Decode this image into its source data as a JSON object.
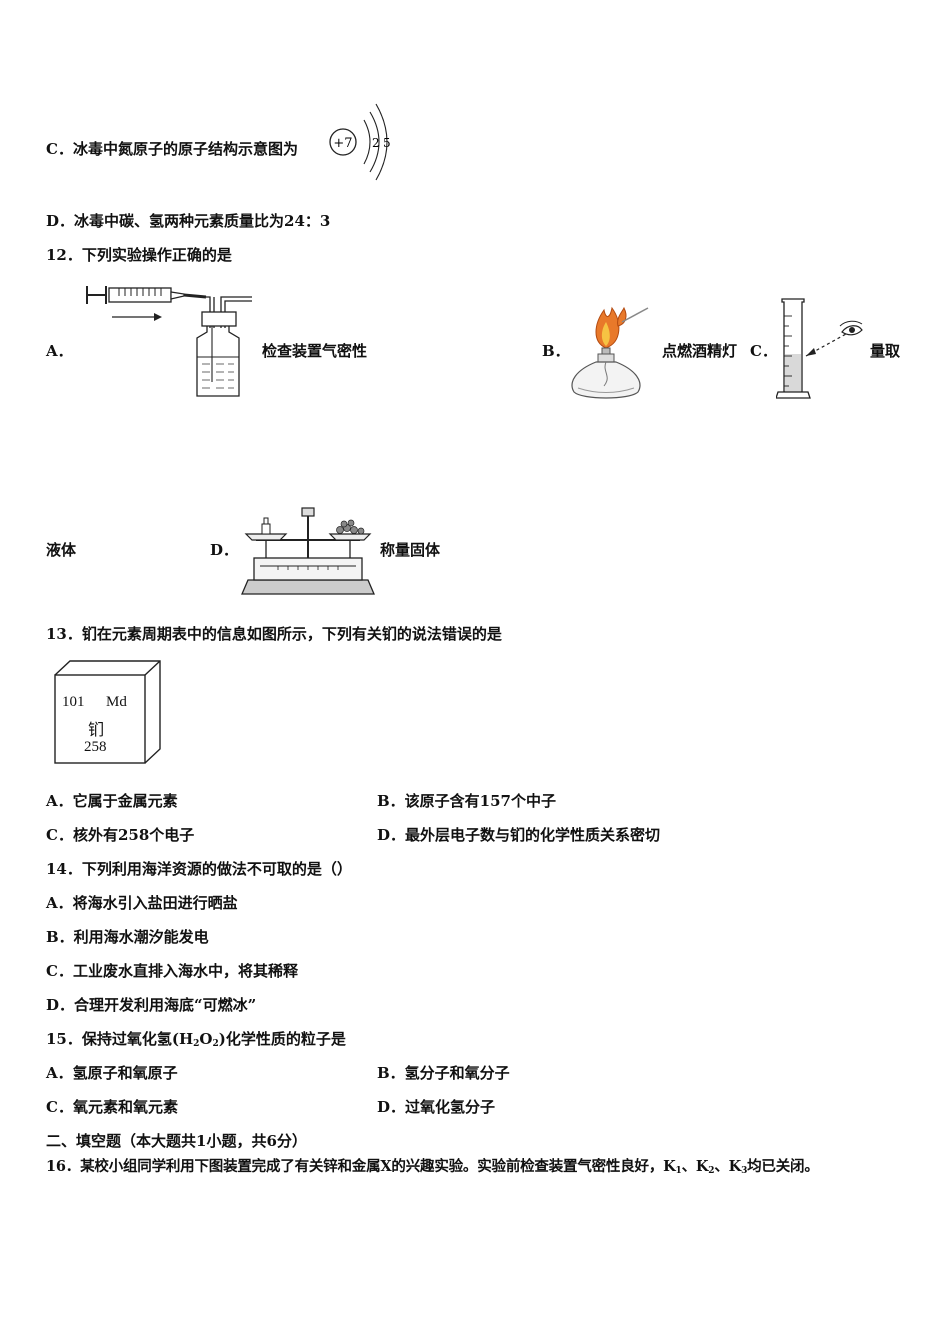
{
  "q11": {
    "option_c": "C．冰毒中氮原子的原子结构示意图为",
    "atom_nucleus": "+7",
    "atom_shell1": "2",
    "atom_shell2": "5",
    "option_d": "D．冰毒中碳、氢两种元素质量比为24：3"
  },
  "q12": {
    "stem": "12．下列实验操作正确的是",
    "a_letter": "A．",
    "a_caption": "检查装置气密性",
    "b_letter": "B．",
    "b_caption": "点燃酒精灯",
    "c_letter": "C．",
    "c_caption": "量取",
    "c_caption_cont": "液体",
    "d_letter": "D．",
    "d_caption": "称量固体"
  },
  "q13": {
    "stem": "13．钔在元素周期表中的信息如图所示，下列有关钔的说法错误的是",
    "element": {
      "number": "101",
      "symbol": "Md",
      "name": "钔",
      "mass": "258"
    },
    "options": [
      "A．它属于金属元素",
      "B．该原子含有157个中子",
      "C．核外有258个电子",
      "D．最外层电子数与钔的化学性质关系密切"
    ]
  },
  "q14": {
    "stem": "14．下列利用海洋资源的做法不可取的是（）",
    "options": [
      "A．将海水引入盐田进行晒盐",
      "B．利用海水潮汐能发电",
      "C．工业废水直排入海水中，将其稀释",
      "D．合理开发利用海底“可燃冰”"
    ]
  },
  "q15": {
    "stem_pre": "15．保持过氧化氢(H",
    "sub1": "2",
    "stem_mid": "O",
    "sub2": "2",
    "stem_post": ")化学性质的粒子是",
    "options": [
      "A．氢原子和氧原子",
      "B．氢分子和氧分子",
      "C．氧元素和氧元素",
      "D．过氧化氢分子"
    ]
  },
  "section2": {
    "title": "二、填空题（本大题共1小题，共6分）"
  },
  "q16": {
    "stem": "16．某校小组同学利用下图装置完成了有关锌和金属X的兴趣实验。实验前检查装置气密性良好，K",
    "k1": "1",
    "sep1": "、K",
    "k2": "2",
    "sep2": "、K",
    "k3": "3",
    "tail": "均已关闭。"
  }
}
